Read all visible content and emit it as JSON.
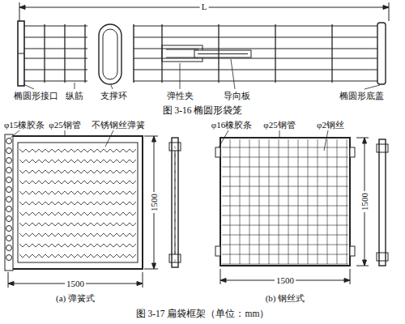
{
  "diagram": {
    "caption": "图 3-17  扁袋框架（单位：mm）",
    "labels": [
      "L",
      "椭圆形接口",
      "纵筋",
      "支撑环",
      "弹性夹",
      "导向板",
      "椭圆形底盖",
      "图 3-16  椭圆形袋笼",
      "φ15橡胶条",
      "φ25钢管",
      "不锈钢丝弹簧",
      "1500",
      "1500",
      "(a) 弹簧式",
      "φ16橡胶条",
      "φ25钢管",
      "φ2钢丝",
      "1500",
      "1500",
      "(b) 钢丝式"
    ]
  }
}
